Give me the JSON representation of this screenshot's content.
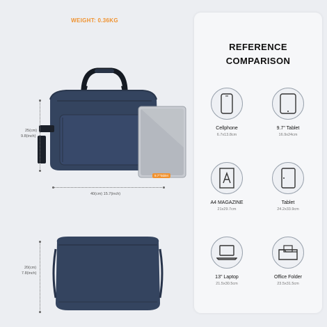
{
  "header": {
    "weight": "WEIGHT: 0.36KG"
  },
  "dimensions": {
    "height_cm": "25(cm)",
    "height_inch": "9.8(inch)",
    "width": "40(cm) 15.7(inch)",
    "depth_cm": "20(cm)",
    "depth_inch": "7.8(inch)"
  },
  "overlay": {
    "tablet_tag": "9.7\"Tablet"
  },
  "reference": {
    "title_line1": "REFERENCE",
    "title_line2": "COMPARISON",
    "items": [
      {
        "name": "Cellphone",
        "size": "6.7x13.8cm",
        "icon": "cellphone-icon"
      },
      {
        "name": "9.7\" Tablet",
        "size": "16.9x24cm",
        "icon": "tablet-icon"
      },
      {
        "name": "A4 MAGAZINE",
        "size": "21x29.7cm",
        "icon": "magazine-icon"
      },
      {
        "name": "Tablet",
        "size": "24.2x33.9cm",
        "icon": "tablet-large-icon"
      },
      {
        "name": "13\" Laptop",
        "size": "21.5x30.5cm",
        "icon": "laptop-icon"
      },
      {
        "name": "Office Folder",
        "size": "23.5x31.5cm",
        "icon": "folder-icon"
      }
    ]
  },
  "colors": {
    "accent": "#f0922f",
    "bag": "#34445f",
    "panel": "#f6f7f9"
  }
}
